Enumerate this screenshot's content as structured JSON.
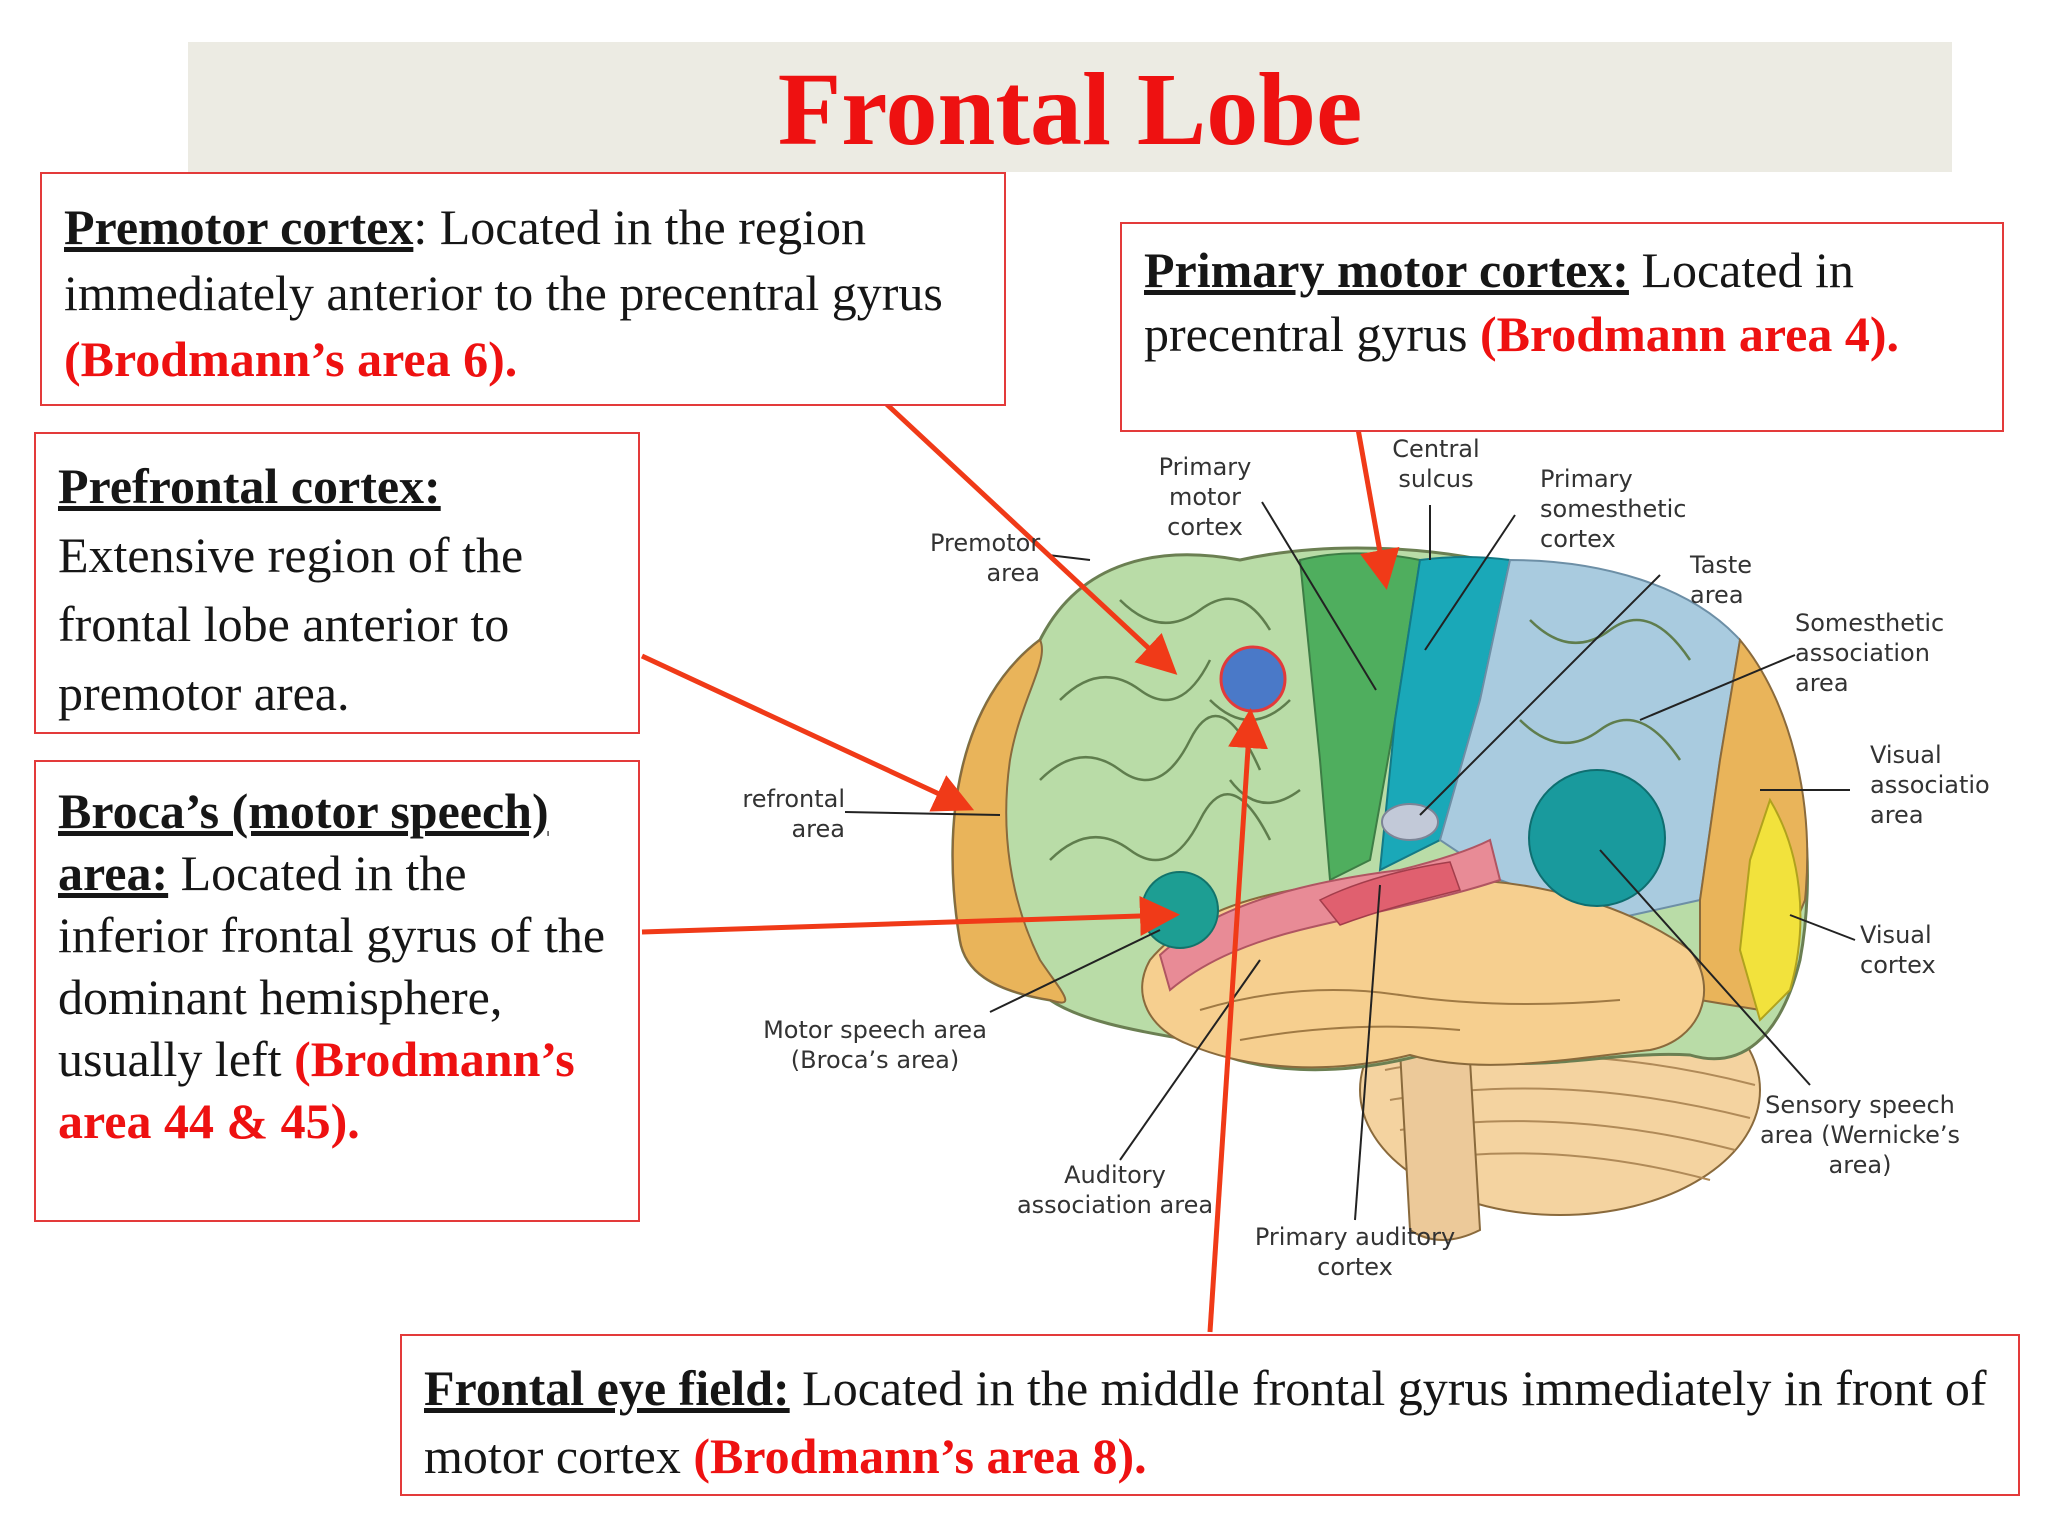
{
  "title": "Frontal Lobe",
  "boxes": {
    "premotor": {
      "term": "Premotor cortex",
      "term_suffix": ":",
      "text": " Located in the region immediately anterior to the precentral gyrus ",
      "ref": "(Brodmann’s area 6)."
    },
    "primary_motor": {
      "term": "Primary motor cortex:",
      "text": " Located in precentral gyrus ",
      "ref": "(Brodmann area 4)."
    },
    "prefrontal": {
      "term": "Prefrontal cortex:",
      "text": "Extensive region of the frontal lobe anterior to premotor area."
    },
    "broca": {
      "term": "Broca’s (motor speech) area:",
      "text": " Located in the inferior frontal gyrus of the dominant hemisphere, usually left ",
      "ref": "(Brodmann’s area 44 & 45)."
    },
    "frontal_eye_field": {
      "term": "Frontal eye field:",
      "text": " Located in the middle frontal gyrus immediately in front of  motor cortex ",
      "ref": "(Brodmann’s area 8)."
    }
  },
  "brain_labels": {
    "primary_motor_cortex": "Primary motor cortex",
    "central_sulcus": "Central sulcus",
    "primary_somesthetic_cortex": "Primary somesthetic cortex",
    "premotor_area": "Premotor area",
    "taste_area": "Taste area",
    "somesthetic_association_area": "Somesthetic association area",
    "prefrontal_area": "refrontal area",
    "visual_association_area": "Visual associatio area",
    "visual_cortex": "Visual cortex",
    "motor_speech_area": "Motor speech area (Broca’s area)",
    "sensory_speech_area": "Sensory speech area (Wernicke’s area)",
    "auditory_association_area": "Auditory association area",
    "primary_auditory_cortex": "Primary auditory cortex"
  },
  "colors": {
    "title": "#ee1111",
    "box_border": "#e33a3a",
    "arrow": "#f03a18",
    "frontal": "#b9dca7",
    "prefrontal": "#e9b45a",
    "primary_motor": "#4fae5e",
    "somesthetic_primary": "#1aa8b8",
    "somesthetic_assoc": "#a9cbdf",
    "temporal": "#f6cf8f",
    "visual": "#f2e23c",
    "auditory": "#e88b96",
    "broca": "#1d9e93",
    "wernicke": "#199a9d",
    "fef_marker": "#4a79c8"
  }
}
